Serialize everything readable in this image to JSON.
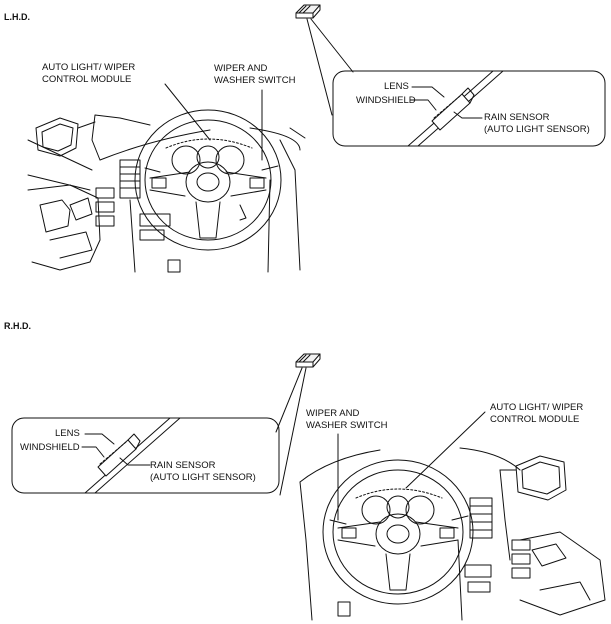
{
  "lhd": {
    "heading": "L.H.D.",
    "module_label": [
      "AUTO LIGHT/ WIPER",
      "CONTROL MODULE"
    ],
    "switch_label": [
      "WIPER AND",
      "WASHER SWITCH"
    ],
    "inset": {
      "lens": "LENS",
      "windshield": "WINDSHIELD",
      "sensor": [
        "RAIN SENSOR",
        "(AUTO LIGHT SENSOR)"
      ]
    }
  },
  "rhd": {
    "heading": "R.H.D.",
    "module_label": [
      "AUTO LIGHT/ WIPER",
      "CONTROL MODULE"
    ],
    "switch_label": [
      "WIPER AND",
      "WASHER SWITCH"
    ],
    "inset": {
      "lens": "LENS",
      "windshield": "WINDSHIELD",
      "sensor": [
        "RAIN SENSOR",
        "(AUTO LIGHT SENSOR)"
      ]
    }
  }
}
